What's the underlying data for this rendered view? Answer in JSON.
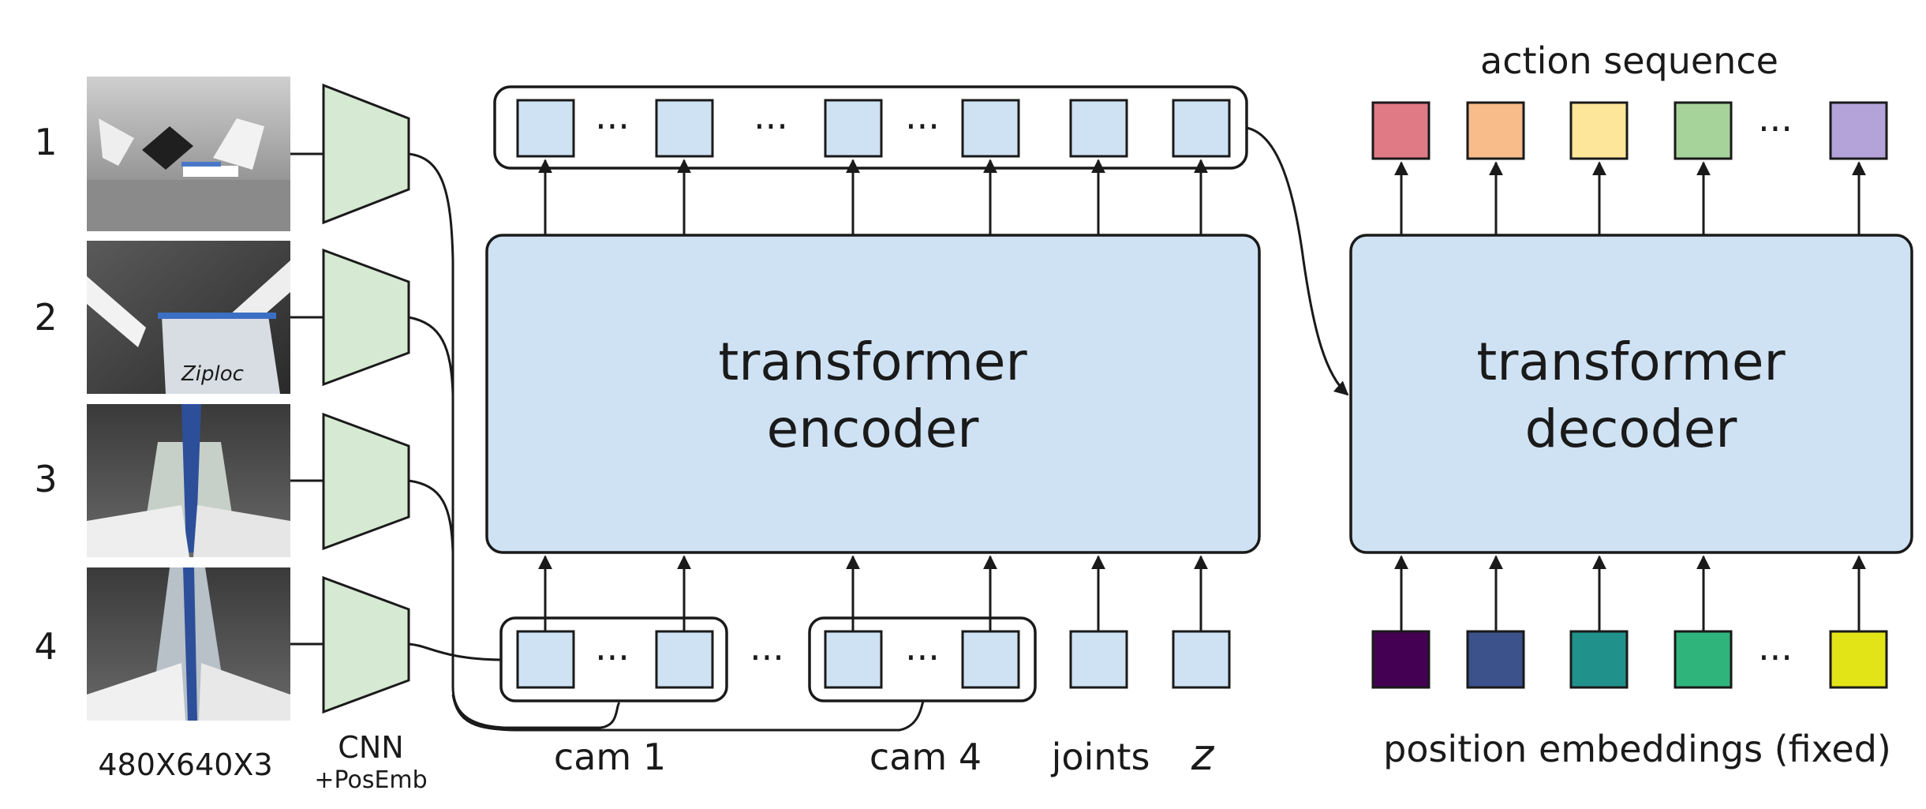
{
  "row_labels": [
    "1",
    "2",
    "3",
    "4"
  ],
  "resolution_label": "480X640X3",
  "cnn_label": "CNN",
  "cnn_sublabel": "+PosEmb",
  "encoder": {
    "line1": "transformer",
    "line2": "encoder"
  },
  "decoder": {
    "line1": "transformer",
    "line2": "decoder"
  },
  "ellipsis": "···",
  "input_labels": {
    "cam1": "cam 1",
    "cam4": "cam 4",
    "joints": "joints",
    "latent": "z"
  },
  "action_title": "action sequence",
  "position_title": "position embeddings (fixed)",
  "colors": {
    "token_fill": "#cfe2f3",
    "box_fill": "#cfe2f3",
    "cnn_fill": "#d6e9d3",
    "action_tokens": [
      "#e07a85",
      "#f7bc8a",
      "#fde59a",
      "#a6d39a",
      "#b3a3d8"
    ],
    "position_tokens": [
      "#440154",
      "#3b528b",
      "#21918c",
      "#2fb47c",
      "#e3e418"
    ]
  },
  "photo_icons": [
    "camera-view-1-icon",
    "camera-view-2-icon",
    "camera-view-3-icon",
    "camera-view-4-icon"
  ]
}
